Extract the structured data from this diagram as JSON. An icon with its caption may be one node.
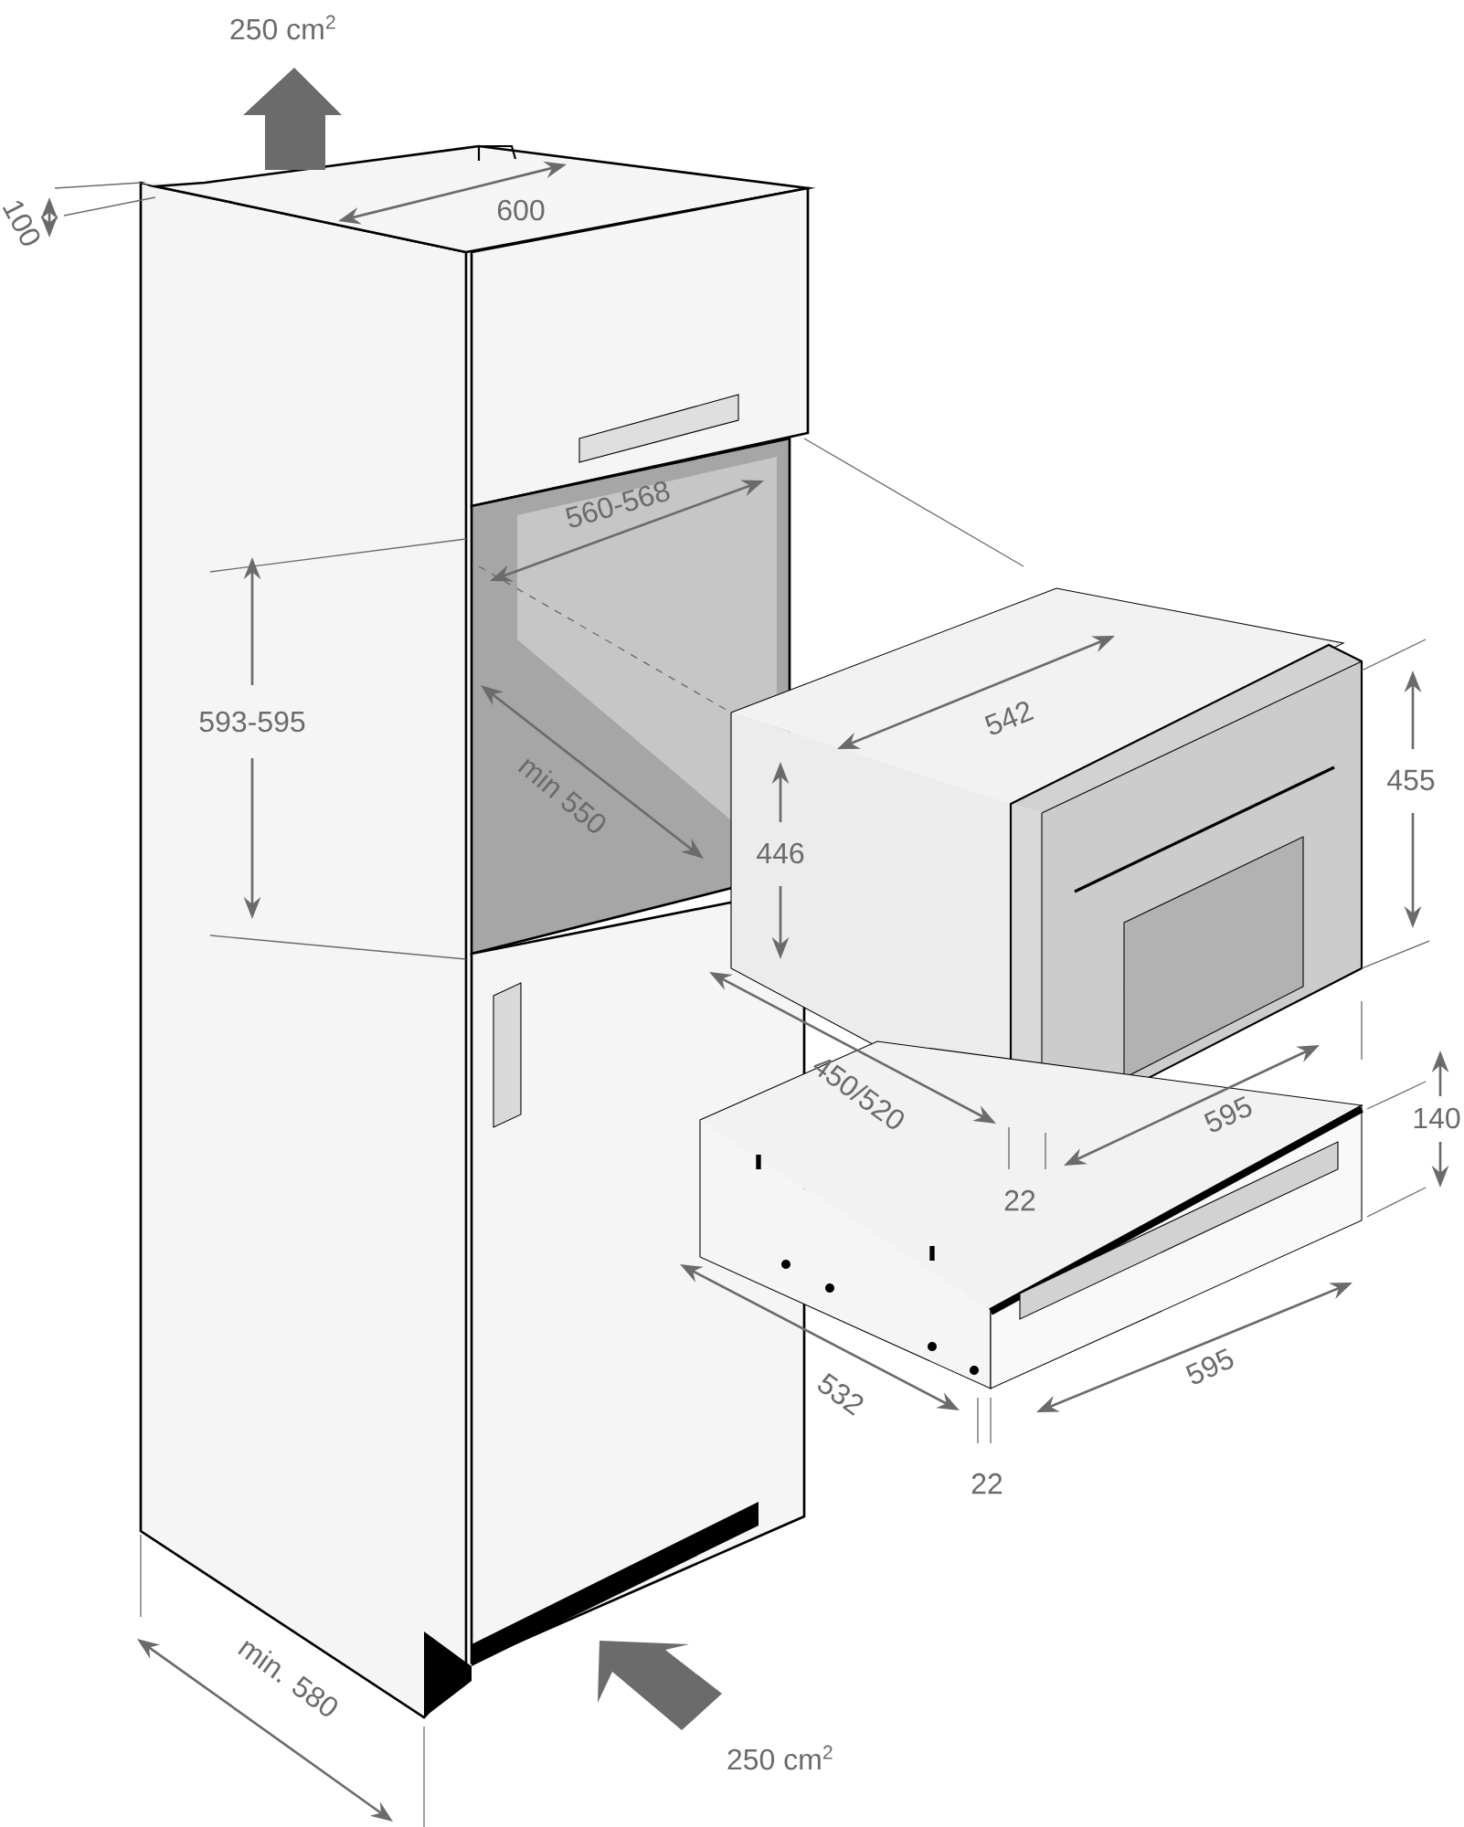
{
  "diagram": {
    "labels": [
      "250 cm$^{2}$",
      "100",
      "600",
      "560-568",
      "593-595",
      "542",
      "455",
      "min 550",
      "446",
      "450/520",
      "595",
      "140",
      "22",
      "532",
      "595",
      "22",
      "min. 580",
      "250 cm$^{2}$"
    ]
  }
}
